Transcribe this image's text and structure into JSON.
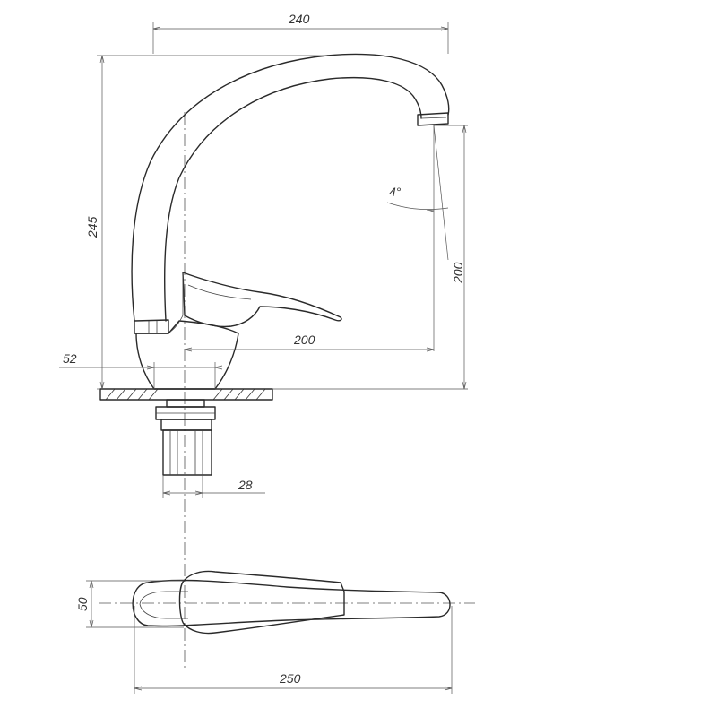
{
  "drawing": {
    "dimensions": {
      "total_width": "240",
      "total_height": "245",
      "spout_height": "200",
      "spout_reach": "200",
      "base_diameter": "52",
      "fitting_diameter": "28",
      "handle_width": "50",
      "plan_length": "250",
      "spout_angle": "4°"
    }
  }
}
